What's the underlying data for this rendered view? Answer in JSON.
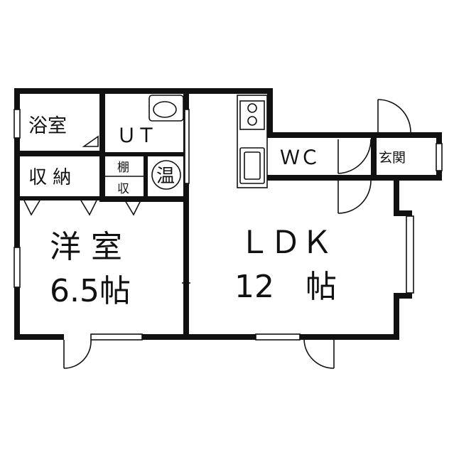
{
  "rooms": {
    "bath": "浴室",
    "ut": "ＵＴ",
    "storage": "収 納",
    "shelf": "棚",
    "storage_small": "収",
    "water_heater": "温",
    "wc": "ＷＣ",
    "entrance": "玄関",
    "western_room_name": "洋 室",
    "western_room_size": "6.5帖",
    "ldk_name": "ＬＤＫ",
    "ldk_size": "12　帖"
  },
  "colors": {
    "wall": "#111111",
    "background": "#ffffff"
  }
}
